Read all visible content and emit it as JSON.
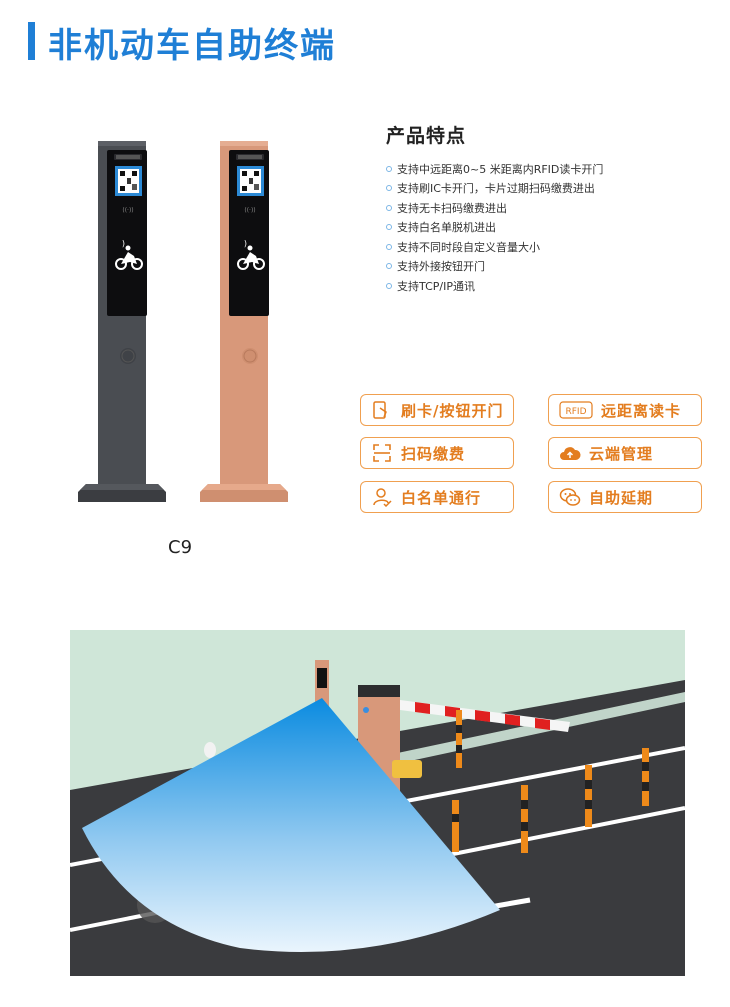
{
  "page": {
    "title": "非机动车自助终端",
    "accent_color": "#1f7fd6",
    "highlight_color": "#e37d1f"
  },
  "product": {
    "model": "C9",
    "variants": [
      {
        "color_name": "dark-grey",
        "body": "#4a4d52",
        "base": "#3b3d41"
      },
      {
        "color_name": "rose-gold",
        "body": "#d8987a",
        "base": "#cf8f70"
      }
    ]
  },
  "features": {
    "heading": "产品特点",
    "items": [
      "支持中远距离0~5 米距离内RFID读卡开门",
      "支持刷IC卡开门，卡片过期扫码缴费进出",
      "支持无卡扫码缴费进出",
      "支持白名单脱机进出",
      "支持不同时段自定义音量大小",
      "支持外接按钮开门",
      "支持TCP/IP通讯"
    ]
  },
  "buttons": [
    {
      "label": "刷卡/按钮开门",
      "icon": "card-swipe-icon"
    },
    {
      "label": "远距离读卡",
      "icon": "rfid-icon"
    },
    {
      "label": "扫码缴费",
      "icon": "scan-icon"
    },
    {
      "label": "云端管理",
      "icon": "cloud-icon"
    },
    {
      "label": "白名单通行",
      "icon": "user-check-icon"
    },
    {
      "label": "自助延期",
      "icon": "chat-icon"
    }
  ]
}
